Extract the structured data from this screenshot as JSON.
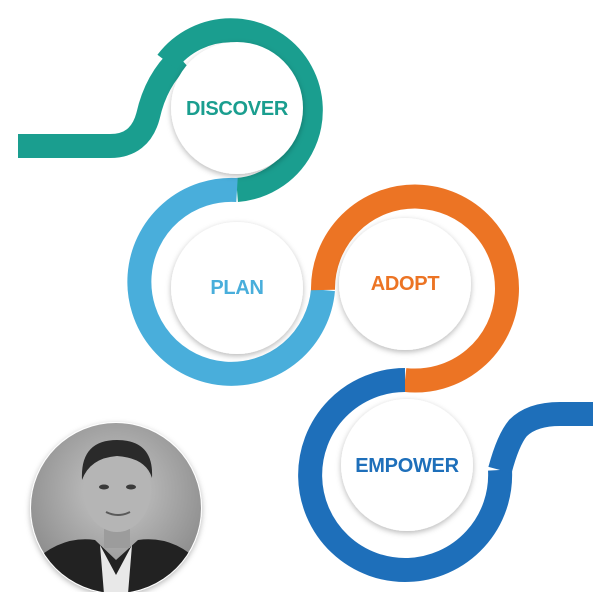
{
  "stages": [
    {
      "label": "DISCOVER",
      "color": "#1a9e8f"
    },
    {
      "label": "PLAN",
      "color": "#49aedb"
    },
    {
      "label": "ADOPT",
      "color": "#ec7424"
    },
    {
      "label": "EMPOWER",
      "color": "#1e6fba"
    }
  ],
  "photo": {
    "description_icon": "person-portrait-icon",
    "style": "grayscale"
  }
}
